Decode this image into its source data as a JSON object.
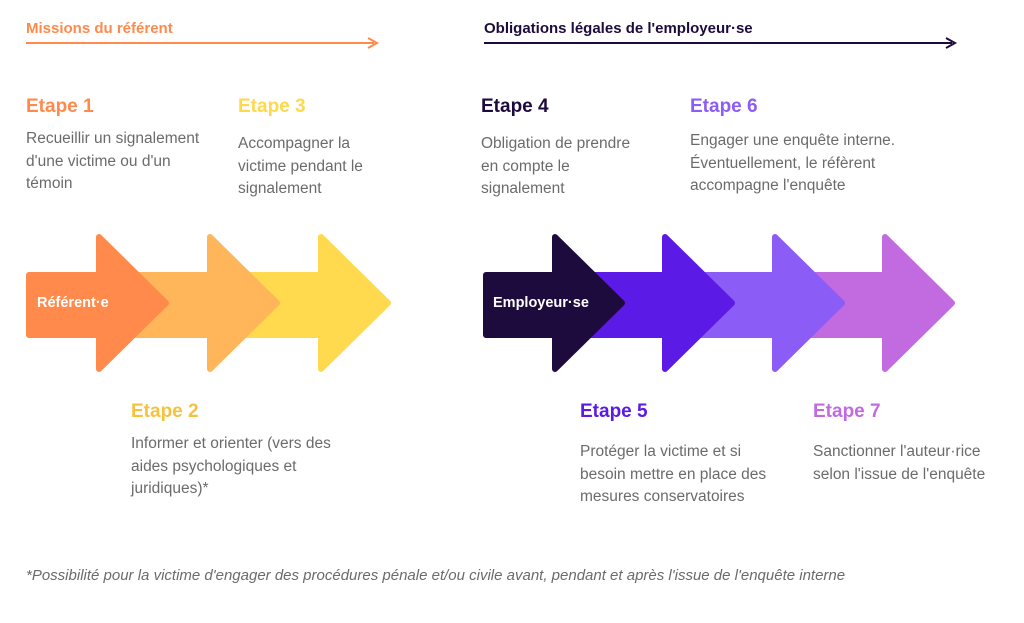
{
  "sections": {
    "left": {
      "title": "Missions du référent",
      "color": "#FF8A4C"
    },
    "right": {
      "title": "Obligations légales de l'employeur·se",
      "color": "#1E0B3D"
    }
  },
  "steps": [
    {
      "title": "Etape 1",
      "description": "Recueillir un signalement d'une victime ou d'un témoin",
      "color": "#FF8A4C"
    },
    {
      "title": "Etape 2",
      "description": "Informer et orienter (vers des aides psychologiques et juridiques)*",
      "color": "#F6C23E"
    },
    {
      "title": "Etape 3",
      "description": "Accompagner la victime pendant le signalement",
      "color": "#FFD84D"
    },
    {
      "title": "Etape 4",
      "description": "Obligation de prendre en compte le signalement",
      "color": "#1E0B3D"
    },
    {
      "title": "Etape 5",
      "description": "Protéger la victime et si besoin mettre en place des mesures conservatoires",
      "color": "#5B1AE6"
    },
    {
      "title": "Etape 6",
      "description": "Engager une enquête interne. Éventuellement, le réfèrent accompagne l'enquête",
      "color": "#8B5CF6"
    },
    {
      "title": "Etape 7",
      "description": "Sanctionner l'auteur·rice selon l'issue de l'enquête",
      "color": "#C26BE0"
    }
  ],
  "flows": {
    "left": {
      "label": "Référent·e",
      "colors": [
        "#FF8A4C",
        "#FFB55A",
        "#FFD94E"
      ]
    },
    "right": {
      "label": "Employeur·se",
      "colors": [
        "#1E0B3D",
        "#5B1AE6",
        "#8B5CF6",
        "#C26BE0"
      ]
    }
  },
  "footnote": "*Possibilité pour la victime d'engager des procédures pénale et/ou civile avant, pendant et après l'issue de l'enquête interne"
}
